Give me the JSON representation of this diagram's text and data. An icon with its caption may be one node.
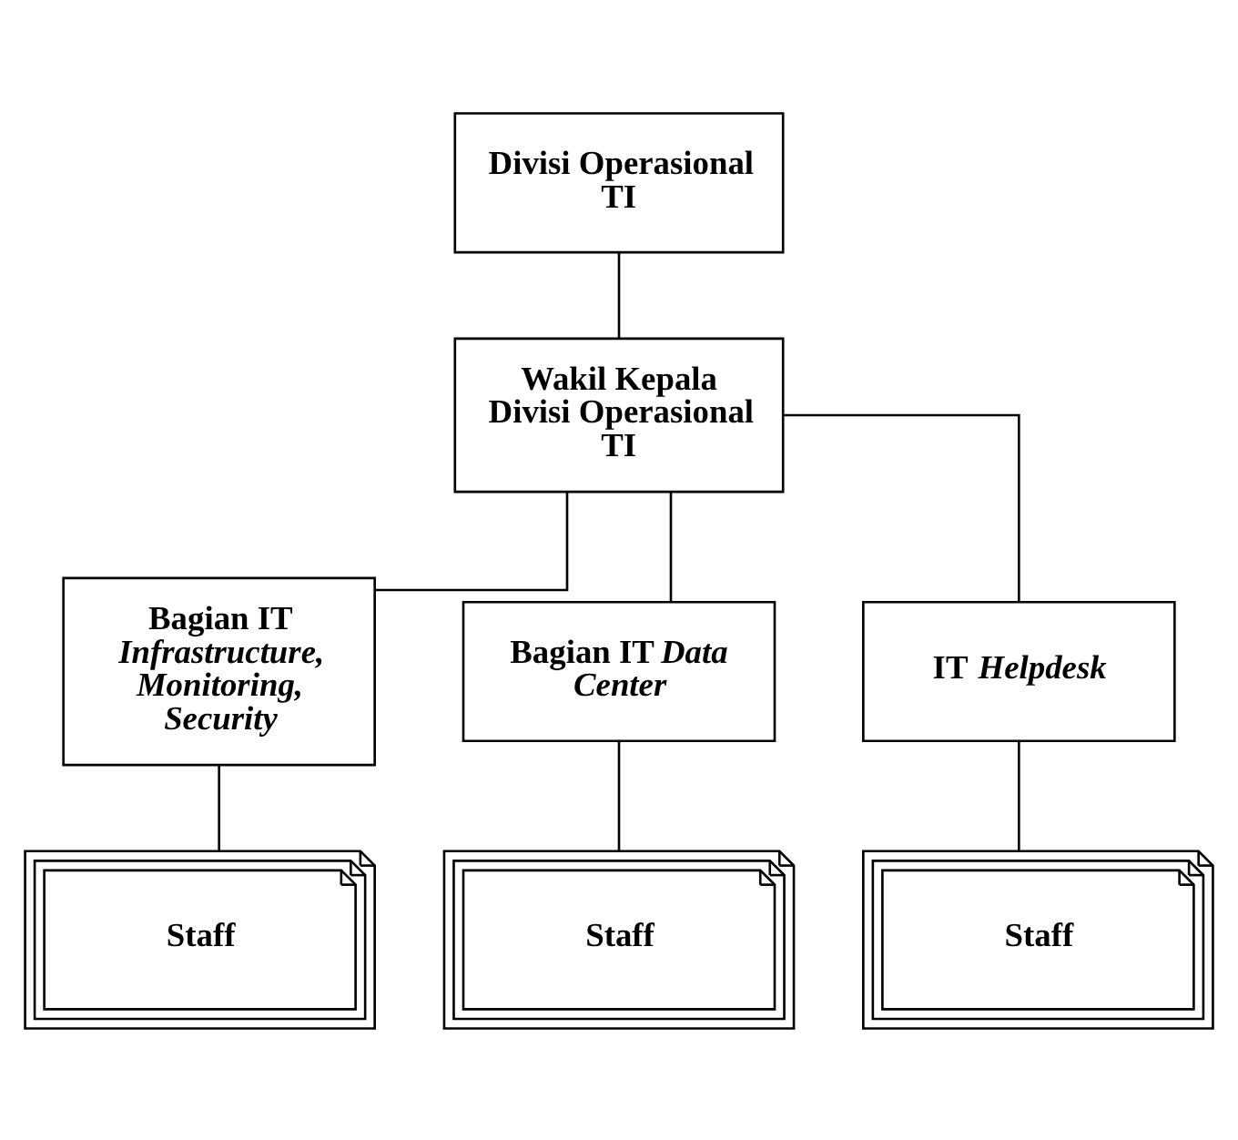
{
  "diagram": {
    "nodes": [
      {
        "text": [
          "Divisi Operasional TI"
        ]
      },
      {
        "text": [
          "Wakil Kepala Divisi Operasional TI"
        ]
      },
      {
        "text": [
          "Bagian IT *Infrastructure, Monitoring, Security*"
        ]
      },
      {
        "text": [
          "Bagian IT *Data Center*"
        ]
      },
      {
        "text": [
          "IT *Helpdesk*"
        ]
      },
      {
        "text": [
          "Staff"
        ]
      },
      {
        "text": [
          "Staff"
        ]
      },
      {
        "text": [
          "Staff"
        ]
      }
    ],
    "edges": [
      {
        "from": 0,
        "to": 1,
        "arrow": "none"
      },
      {
        "from": 1,
        "to": 2,
        "arrow": "none"
      },
      {
        "from": 1,
        "to": 3,
        "arrow": "none"
      },
      {
        "from": 1,
        "to": 4,
        "arrow": "none"
      },
      {
        "from": 2,
        "to": 5,
        "arrow": "none"
      },
      {
        "from": 3,
        "to": 6,
        "arrow": "none"
      },
      {
        "from": 4,
        "to": 7,
        "arrow": "none"
      }
    ]
  }
}
